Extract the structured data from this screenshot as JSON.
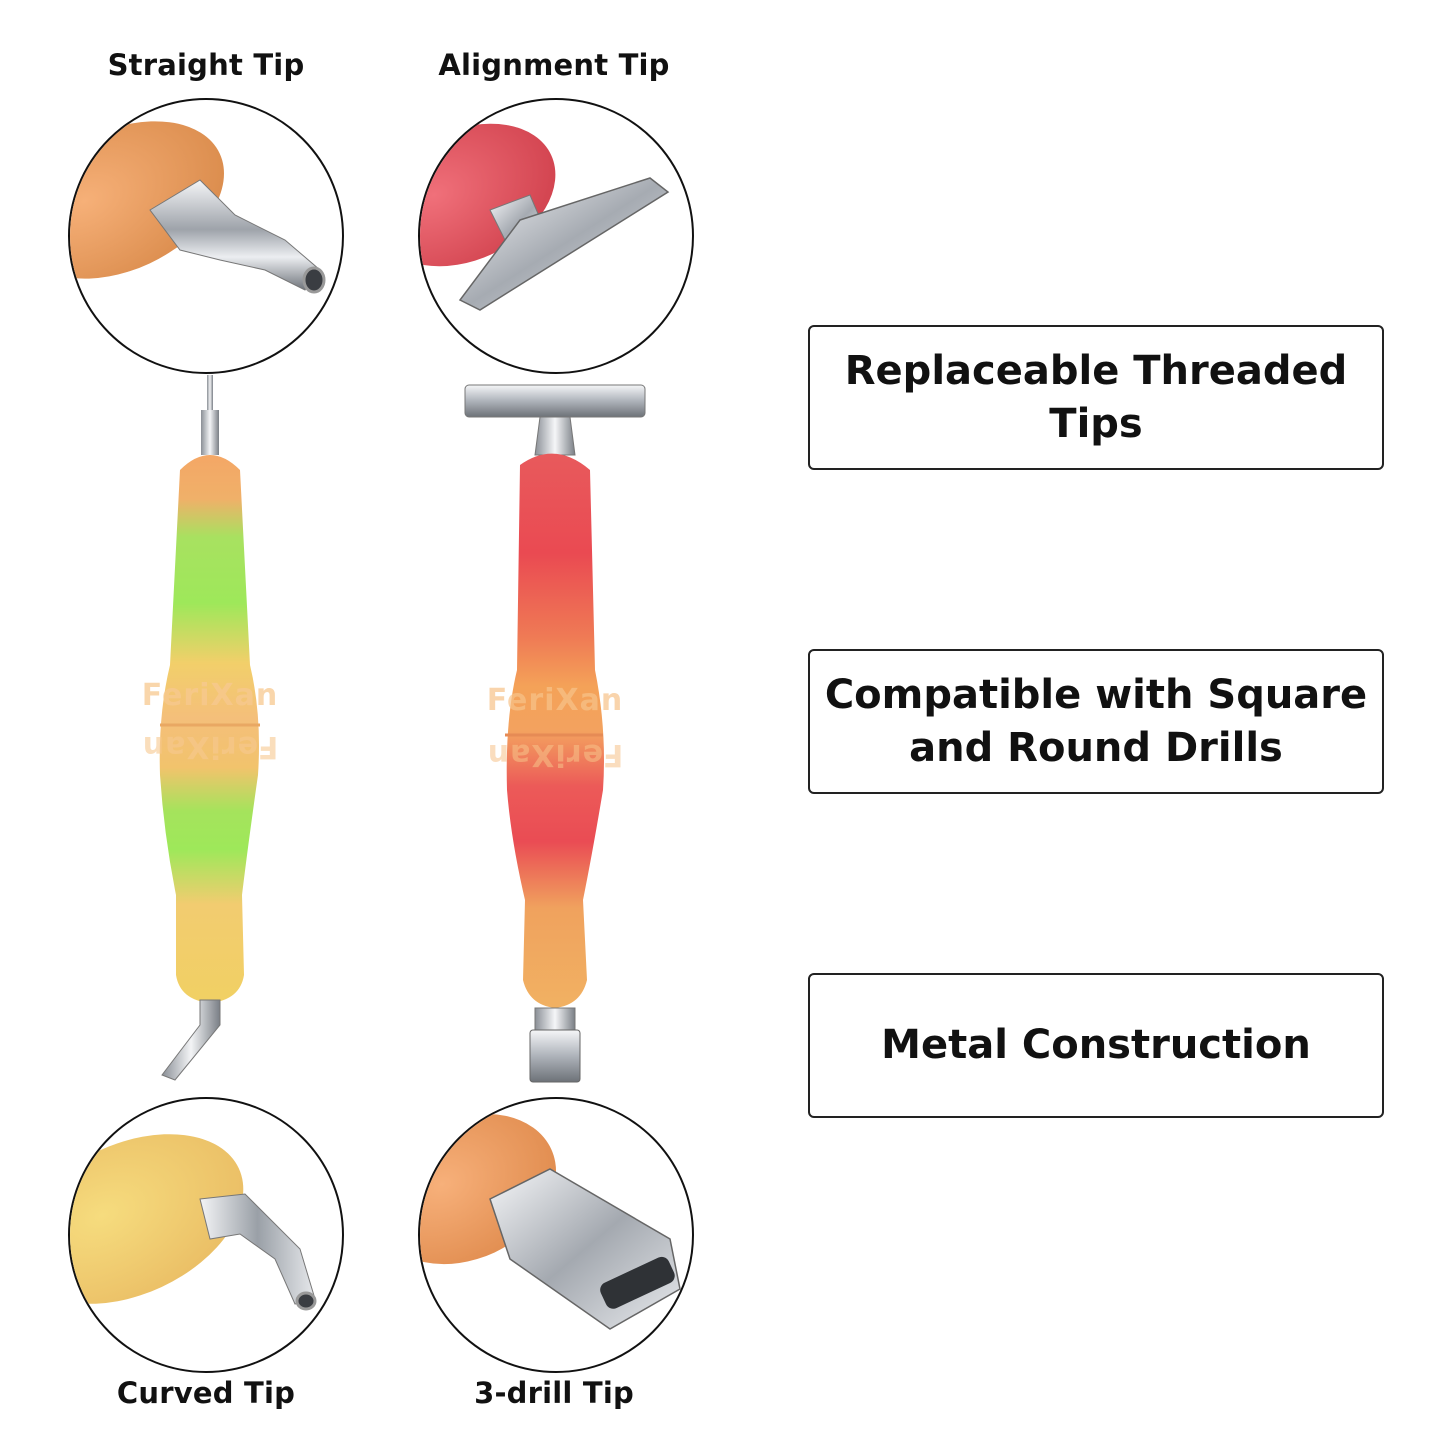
{
  "tips": {
    "straight": "Straight Tip",
    "alignment": "Alignment Tip",
    "curved": "Curved Tip",
    "three_drill": "3-drill Tip"
  },
  "features": {
    "threaded": "Replaceable Threaded Tips",
    "compatible_line1": "Compatible with Square",
    "compatible_line2": "and Round Drills",
    "metal": "Metal Construction"
  },
  "brand": "FeriXan",
  "colors": {
    "orange": "#f0a560",
    "green": "#9ee85a",
    "yellow": "#f2d46a",
    "red": "#ea4a52",
    "chrome": "#c9ccd1"
  }
}
